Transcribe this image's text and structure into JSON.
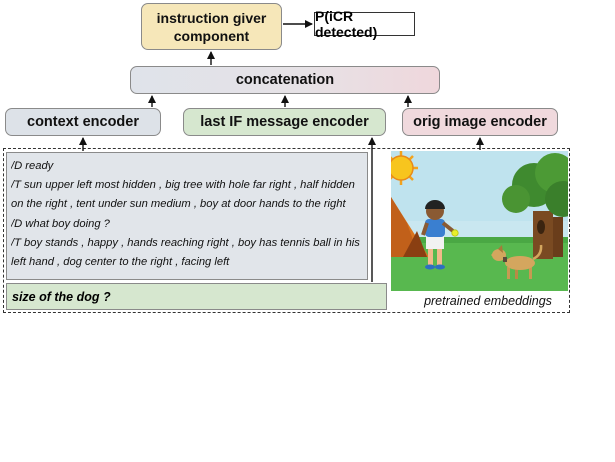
{
  "boxes": {
    "instruction_giver": "instruction giver component",
    "probability": "P(iCR detected)",
    "concatenation": "concatenation",
    "context_encoder": "context encoder",
    "last_if_encoder": "last IF message encoder",
    "orig_image_encoder": "orig image encoder"
  },
  "dialogue": {
    "lines": [
      "/D ready",
      "/T sun upper left most hidden , big tree with hole far right , half hidden",
      "on the right , tent under sun medium , boy at door hands to the right",
      "/D what boy doing ?",
      "/T boy stands , happy , hands reaching right , boy has tennis ball in his",
      "left hand , dog center to the right , facing left"
    ],
    "last_message": "size of the dog ?"
  },
  "pretrained_label": "pretrained embeddings",
  "colors": {
    "giver_fill": "#f6e7b9",
    "concat_fill_start": "#dfe3ea",
    "concat_fill_end": "#efd7dc",
    "context_fill": "#dde2e8",
    "last_if_fill": "#d6e7cf",
    "orig_image_fill": "#f0d9dd"
  },
  "icons": [
    "arrow-icon",
    "sun-icon",
    "tree-icon",
    "tent-icon",
    "boy-icon",
    "dog-icon"
  ]
}
